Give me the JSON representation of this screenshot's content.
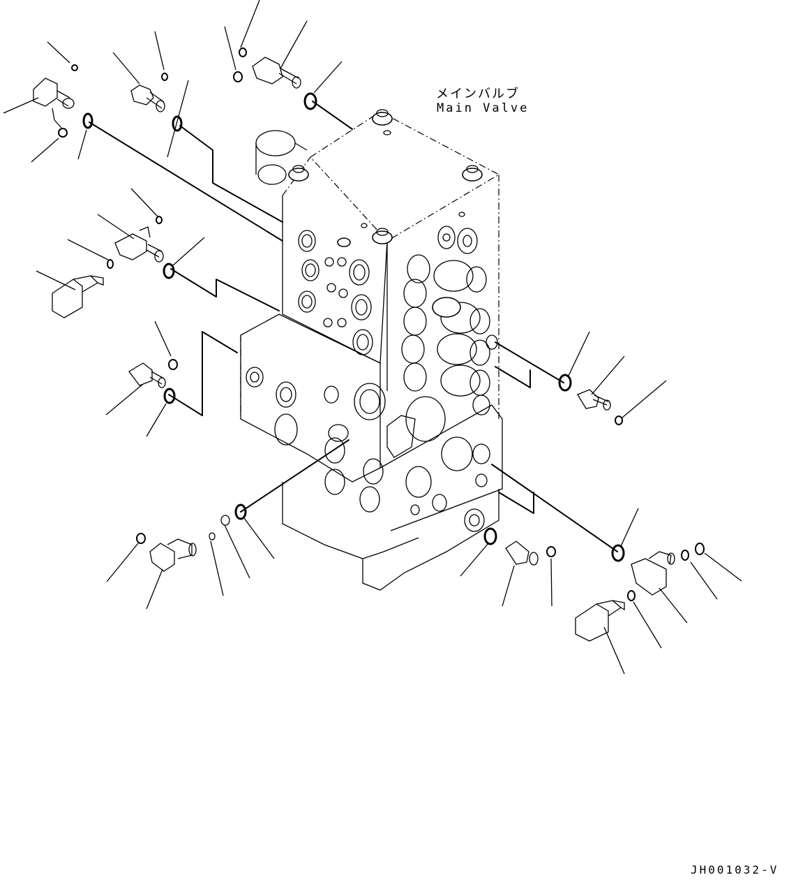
{
  "diagram": {
    "label_jp": "メインバルブ",
    "label_en": "Main Valve",
    "drawing_code": "JH001032-V"
  }
}
